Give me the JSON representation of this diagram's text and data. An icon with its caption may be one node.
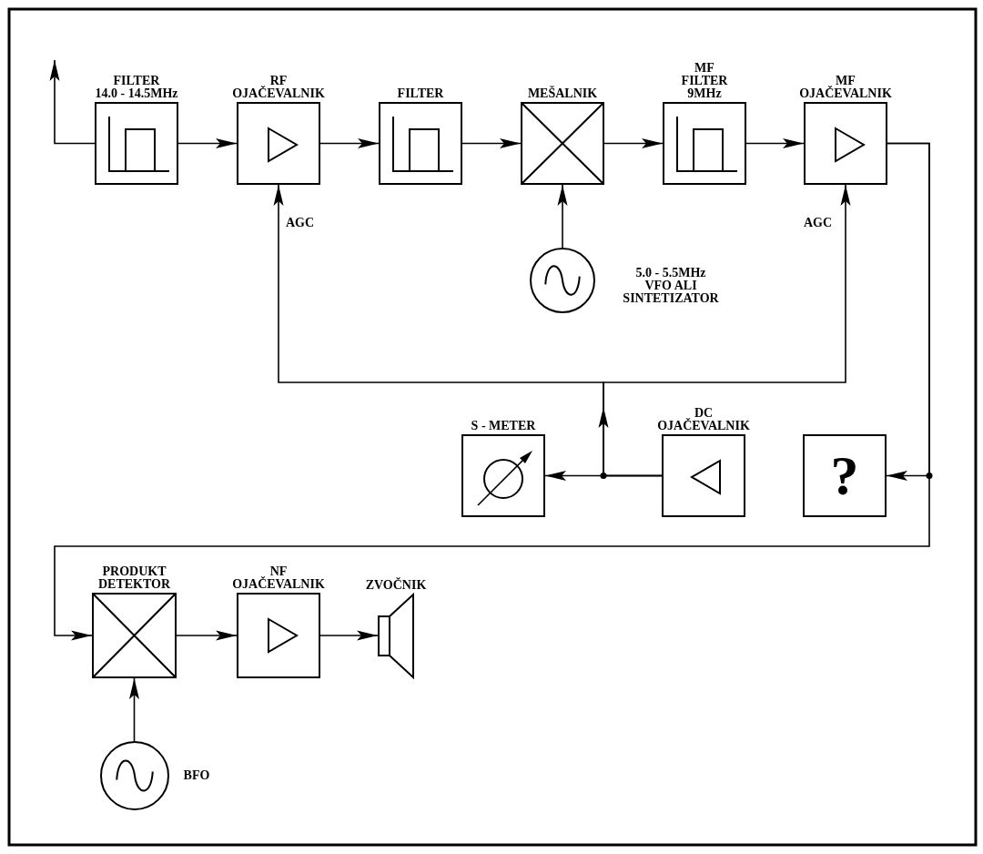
{
  "diagram": {
    "nodes": [
      {
        "text": [
          "FILTER 14.0 - 14.5MHz"
        ]
      },
      {
        "text": [
          "RF OJAČEVALNIK"
        ]
      },
      {
        "text": [
          "FILTER"
        ]
      },
      {
        "text": [
          "MEŠALNIK"
        ]
      },
      {
        "text": [
          "MF FILTER 9MHz"
        ]
      },
      {
        "text": [
          "MF OJAČEVALNIK"
        ]
      },
      {
        "text": [],
        "shape": "circle",
        "beside": [
          "5.0 - 5.5MHz VFO ALI SINTETIZATOR"
        ]
      },
      {
        "text": [
          "S - METER"
        ]
      },
      {
        "text": [
          "DC OJAČEVALNIK"
        ]
      },
      {
        "text": [
          "?"
        ]
      },
      {
        "text": [
          "PRODUKT DETEKTOR"
        ]
      },
      {
        "text": [
          "NF OJAČEVALNIK"
        ]
      },
      {
        "text": [
          "ZVOČNIK"
        ]
      },
      {
        "text": [],
        "shape": "circle",
        "beside": [
          "BFO"
        ]
      }
    ],
    "edges": [
      {
        "from": 0,
        "to": null,
        "arrow": "to"
      },
      {
        "from": 0,
        "to": 1,
        "arrow": "to"
      },
      {
        "from": 1,
        "to": 2,
        "arrow": "to"
      },
      {
        "from": 2,
        "to": 3,
        "arrow": "to"
      },
      {
        "from": 3,
        "to": 4,
        "arrow": "to"
      },
      {
        "from": 4,
        "to": 5,
        "arrow": "to"
      },
      {
        "from": 6,
        "to": 3,
        "arrow": "to"
      },
      {
        "from": 8,
        "to": 1,
        "arrow": "to",
        "label": "AGC"
      },
      {
        "from": 8,
        "to": 5,
        "arrow": "to",
        "label": "AGC"
      },
      {
        "from": 8,
        "to": 7,
        "arrow": "to"
      },
      {
        "from": 5,
        "to": 9,
        "arrow": "to"
      },
      {
        "from": 5,
        "to": 10,
        "arrow": "to"
      },
      {
        "from": 10,
        "to": 11,
        "arrow": "to"
      },
      {
        "from": 11,
        "to": 12,
        "arrow": "to"
      },
      {
        "from": 13,
        "to": 10,
        "arrow": "to"
      }
    ]
  }
}
